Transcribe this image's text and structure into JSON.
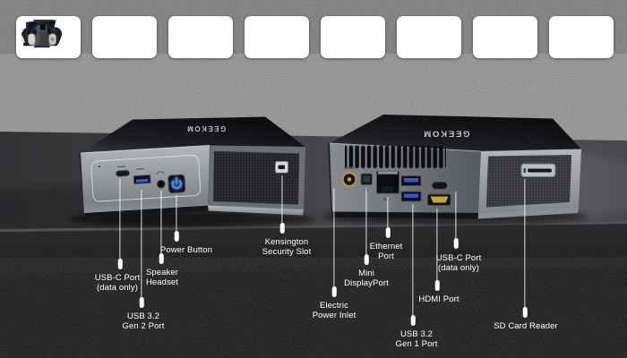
{
  "scene": {
    "description": "GEEKOM mini PC front and rear views with annotated ports on a dark desk, stone wall behind, compatible device icons across the top",
    "background_colors": {
      "stone_wall": "#8b8b8b",
      "desk_top": "#47474b",
      "desk_front": "#28282b",
      "floor": "#1d1d20"
    }
  },
  "brand": {
    "logo_text": "GEEKOM"
  },
  "compatible_devices": {
    "items": [
      {
        "icon": "printer-icon"
      },
      {
        "icon": "projector-icon"
      },
      {
        "icon": "security-camera-icon"
      },
      {
        "icon": "game-controller-icon"
      },
      {
        "icon": "pos-terminal-icon"
      },
      {
        "icon": "touchscreen-kiosk-icon"
      },
      {
        "icon": "kiosk-terminal-icon"
      },
      {
        "icon": "headphones-icon"
      }
    ]
  },
  "front_device": {
    "logo": "GEEKOM",
    "ports": [
      "usb-c-data-port",
      "usb-3-2-gen-2-port",
      "speaker-headset-jack",
      "power-button"
    ],
    "side_feature": "kensington-security-slot"
  },
  "rear_device": {
    "logo": "GEEKOM",
    "ports": [
      "electric-power-inlet",
      "mini-displayport",
      "ethernet-port",
      "usb-3-2-gen-1-ports",
      "usb-c-data-port",
      "hdmi-port"
    ],
    "side_feature": "sd-card-reader"
  },
  "labels": {
    "usb_c_front": {
      "line1": "USB-C Port",
      "line2": "(data only)"
    },
    "usb32_gen2": {
      "line1": "USB 3.2",
      "line2": "Gen 2 Port"
    },
    "speaker_headset": {
      "line1": "Speaker",
      "line2": "Headset"
    },
    "power_button": {
      "line1": "Power Button",
      "line2": ""
    },
    "kensington": {
      "line1": "Kensington",
      "line2": "Security Slot"
    },
    "electric_power_inlet": {
      "line1": "Electric",
      "line2": "Power Inlet"
    },
    "mini_displayport": {
      "line1": "Mini",
      "line2": "DisplayPort"
    },
    "ethernet": {
      "line1": "Ethernet",
      "line2": "Port"
    },
    "usb32_gen1": {
      "line1": "USB 3.2",
      "line2": "Gen 1 Port"
    },
    "hdmi": {
      "line1": "HDMI Port",
      "line2": ""
    },
    "usb_c_rear": {
      "line1": "USB-C Port",
      "line2": "(data only)"
    },
    "sd_card": {
      "line1": "SD Card Reader",
      "line2": ""
    }
  },
  "accent_colors": {
    "usb_blue": "#2e59d8",
    "power_glow": "#5d93ff",
    "hdmi_gold": "#c9a23e",
    "dc_inlet_gold": "#b5923f",
    "label_text": "#ffffff"
  }
}
